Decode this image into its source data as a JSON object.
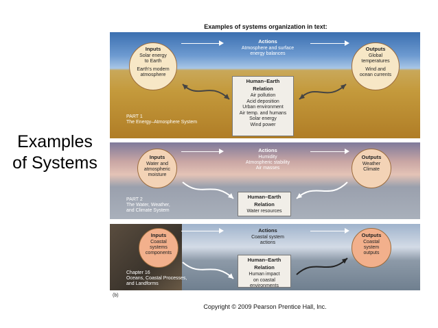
{
  "slide": {
    "title_line1": "Examples",
    "title_line2": "of Systems"
  },
  "figure": {
    "heading": "Examples of systems organization in text:",
    "label": "(b)",
    "copyright": "Copyright © 2009 Pearson Prentice Hall, Inc."
  },
  "panel1": {
    "inputs_title": "Inputs",
    "inputs_lines": [
      "Solar energy",
      "to Earth",
      "",
      "Earth's modern",
      "atmosphere"
    ],
    "actions_title": "Actions",
    "actions_lines": [
      "Atmosphere and surface",
      "energy balances"
    ],
    "outputs_title": "Outputs",
    "outputs_lines": [
      "Global",
      "temperatures",
      "",
      "Wind and",
      "ocean currents"
    ],
    "relation_title": [
      "Human–Earth",
      "Relation"
    ],
    "relation_lines": [
      "Air pollution",
      "Acid deposition",
      "Urban environment",
      "Air temp. and humans",
      "Solar energy",
      "Wind power"
    ],
    "part_lines": [
      "PART 1",
      "The Energy–Atmosphere System"
    ]
  },
  "panel2": {
    "inputs_title": "Inputs",
    "inputs_lines": [
      "Water and",
      "atmospheric",
      "moisture"
    ],
    "actions_title": "Actions",
    "actions_lines": [
      "Humidity",
      "Atmospheric stability",
      "Air masses"
    ],
    "outputs_title": "Outputs",
    "outputs_lines": [
      "Weather",
      "Climate"
    ],
    "relation_title": [
      "Human–Earth",
      "Relation"
    ],
    "relation_lines": [
      "Water resources"
    ],
    "part_lines": [
      "PART 2",
      "The Water, Weather,",
      "and Climate System"
    ]
  },
  "panel3": {
    "inputs_title": "Inputs",
    "inputs_lines": [
      "Coastal",
      "systems",
      "components"
    ],
    "actions_title": "Actions",
    "actions_lines": [
      "Coastal system",
      "actions"
    ],
    "outputs_title": "Outputs",
    "outputs_lines": [
      "Coastal",
      "system",
      "outputs"
    ],
    "relation_title": [
      "Human–Earth",
      "Relation"
    ],
    "relation_lines": [
      "Human impact",
      "on coastal",
      "environments"
    ],
    "part_lines": [
      "Chapter 16",
      "Oceans, Coastal Processes,",
      "and Landforms"
    ]
  },
  "colors": {
    "circle_fill_1": "#f7e7c6",
    "circle_fill_2": "#f3d3b6",
    "circle_fill_3": "#f2b08c",
    "relation_box": "#f1eee8"
  }
}
